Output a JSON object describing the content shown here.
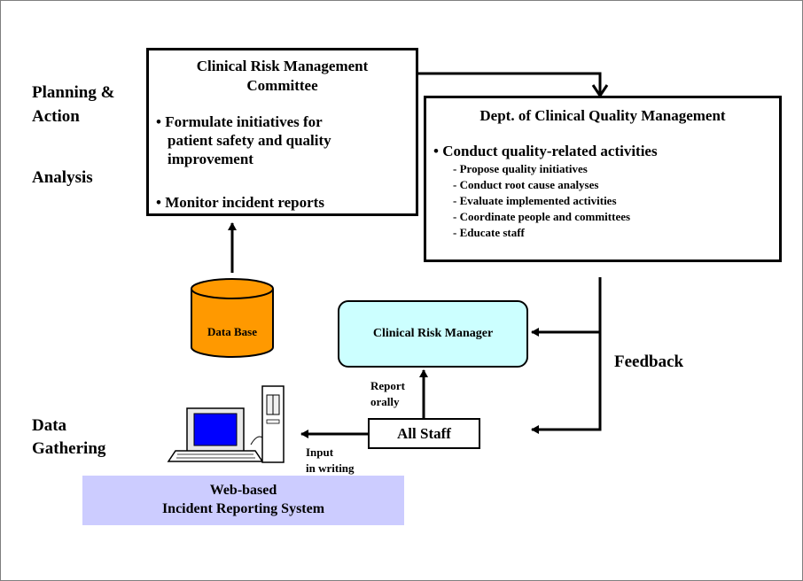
{
  "labels": {
    "planning_action": [
      "Planning &",
      "Action"
    ],
    "analysis": "Analysis",
    "data_gathering": [
      "Data",
      "Gathering"
    ],
    "feedback": "Feedback"
  },
  "committee": {
    "title": [
      "Clinical Risk Management",
      "Committee"
    ],
    "bullets": [
      [
        "Formulate initiatives for",
        "patient safety and quality",
        "improvement"
      ],
      [
        "Monitor incident reports"
      ]
    ]
  },
  "dept": {
    "title": "Dept. of Clinical Quality Management",
    "main_bullet": "Conduct quality-related activities",
    "items": [
      "Propose quality initiatives",
      "Conduct root cause analyses",
      "Evaluate implemented activities",
      "Coordinate people and committees",
      "Educate staff"
    ]
  },
  "database": {
    "label": "Data Base"
  },
  "risk_manager": {
    "label": "Clinical Risk Manager"
  },
  "all_staff": {
    "label": "All Staff"
  },
  "report_orally": [
    "Report",
    "orally"
  ],
  "input_in_writing": [
    "Input",
    "in writing"
  ],
  "web_system": {
    "lines": [
      "Web-based",
      "Incident Reporting System"
    ]
  },
  "colors": {
    "database_fill": "#ff9900",
    "risk_manager_fill": "#ccffff",
    "web_system_fill": "#ccccff",
    "monitor_screen": "#0000ff"
  }
}
